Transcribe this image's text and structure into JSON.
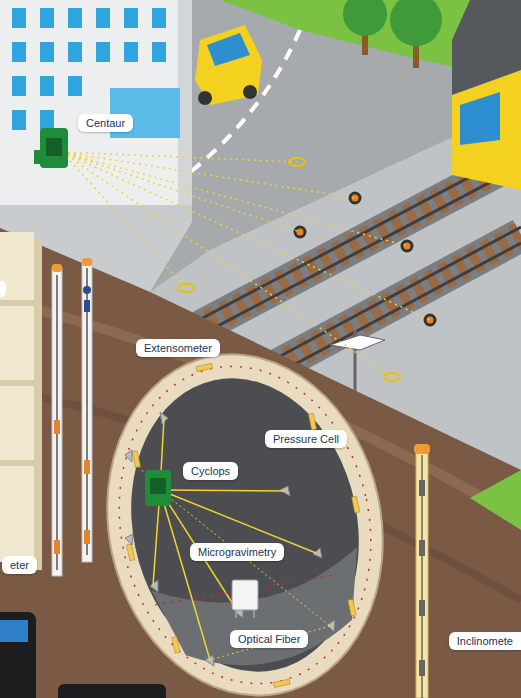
{
  "diagram": {
    "nodes": [
      {
        "text": [
          "Centaur"
        ]
      },
      {
        "text": [
          "Extensometer"
        ]
      },
      {
        "text": [
          "Pressure Cell"
        ]
      },
      {
        "text": [
          "Cyclops"
        ]
      },
      {
        "text": [
          "Microgravimetry"
        ]
      },
      {
        "text": [
          "eter"
        ]
      },
      {
        "text": [
          "Optical Fiber"
        ]
      },
      {
        "text": [
          "Inclinomete"
        ]
      }
    ]
  }
}
